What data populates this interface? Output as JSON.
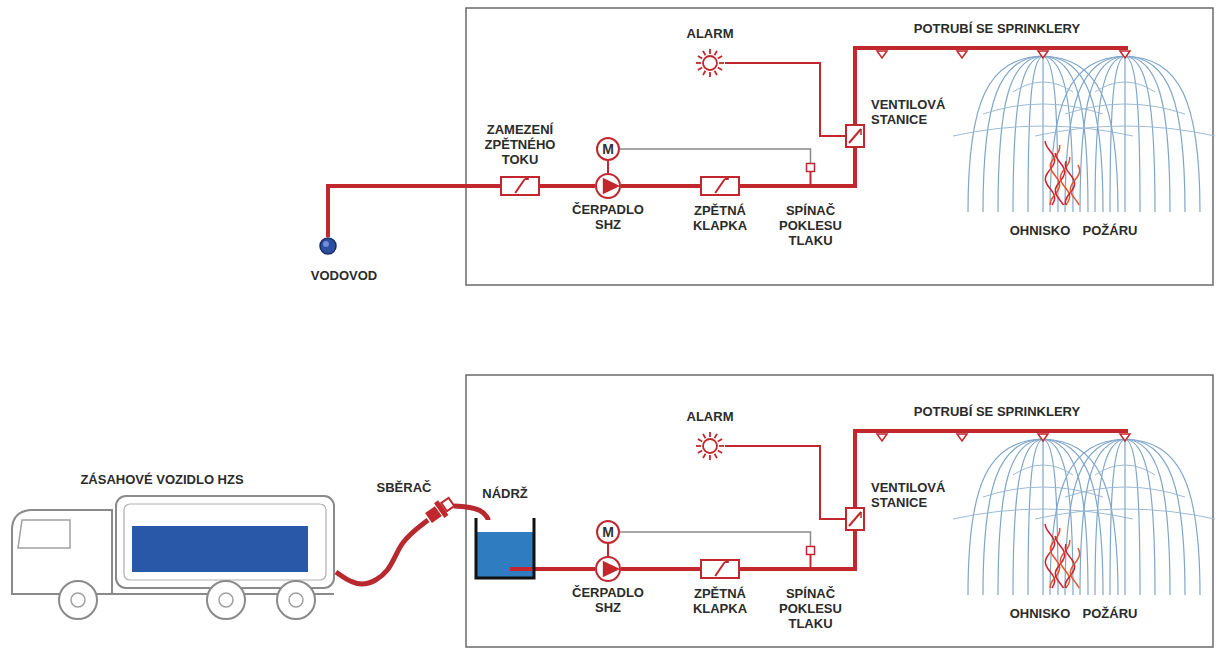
{
  "diagram": {
    "nodes": [
      {
        "text": [
          "VODOVOD"
        ]
      },
      {
        "text": [
          "ZAMEZENÍ ZPĚTNÉHO TOKU"
        ]
      },
      {
        "text": [
          "M"
        ]
      },
      {
        "text": [
          "ČERPADLO SHZ"
        ]
      },
      {
        "text": [
          "ZPĚTNÁ KLAPKA"
        ]
      },
      {
        "text": [
          "SPÍNAČ POKLESU TLAKU"
        ]
      },
      {
        "text": [
          "VENTILOVÁ STANICE"
        ]
      },
      {
        "text": [
          "ALARM"
        ]
      },
      {
        "text": [
          "ZÁSAHOVÉ VOZIDLO HZS"
        ]
      },
      {
        "text": [
          "SBĚRAČ"
        ]
      },
      {
        "text": [
          "NÁDRŽ"
        ]
      },
      {
        "text": [
          "M"
        ]
      },
      {
        "text": [
          "ČERPADLO SHZ"
        ]
      },
      {
        "text": [
          "ZPĚTNÁ KLAPKA"
        ]
      },
      {
        "text": [
          "SPÍNAČ POKLESU TLAKU"
        ]
      },
      {
        "text": [
          "VENTILOVÁ STANICE"
        ]
      },
      {
        "text": [
          "ALARM"
        ]
      }
    ],
    "edges": [
      {
        "from": 0,
        "to": 1,
        "arrow": "none"
      },
      {
        "from": 1,
        "to": 3,
        "arrow": "none"
      },
      {
        "from": 2,
        "to": 3,
        "arrow": "none"
      },
      {
        "from": 3,
        "to": 4,
        "arrow": "none"
      },
      {
        "from": 4,
        "to": 6,
        "arrow": "none"
      },
      {
        "from": 2,
        "to": 5,
        "arrow": "none"
      },
      {
        "from": 7,
        "to": 6,
        "arrow": "none"
      },
      {
        "from": 8,
        "to": 9,
        "arrow": "none"
      },
      {
        "from": 9,
        "to": 10,
        "arrow": "none"
      },
      {
        "from": 10,
        "to": 12,
        "arrow": "none"
      },
      {
        "from": 11,
        "to": 12,
        "arrow": "none"
      },
      {
        "from": 12,
        "to": 13,
        "arrow": "none"
      },
      {
        "from": 13,
        "to": 15,
        "arrow": "none"
      },
      {
        "from": 11,
        "to": 14,
        "arrow": "none"
      },
      {
        "from": 16,
        "to": 15,
        "arrow": "none"
      }
    ],
    "labels": [
      "POTRUBÍ SE SPRINKLERY",
      "OHNISKO",
      "POŽÁRU",
      "POTRUBÍ SE SPRINKLERY",
      "OHNISKO",
      "POŽÁRU"
    ]
  }
}
